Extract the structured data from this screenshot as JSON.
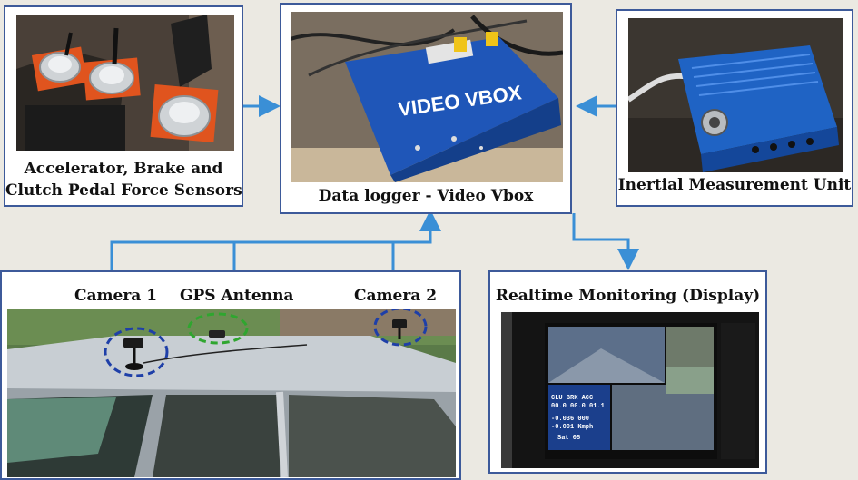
{
  "title": "",
  "panels": {
    "pedal": {
      "label_line1": "Accelerator, Brake and",
      "label_line2": "Clutch Pedal Force Sensors"
    },
    "logger": {
      "label": "Data logger - Video Vbox",
      "device_text": "VIDEO VBOX"
    },
    "imu": {
      "label": "Inertial Measurement Unit"
    },
    "camera": {
      "camera1_label": "Camera 1",
      "gps_label": "GPS Antenna",
      "camera2_label": "Camera 2"
    },
    "monitor": {
      "label": "Realtime Monitoring (Display)",
      "screen_row1": "CLU  BRK  ACC",
      "screen_row2": "00.0 00.0 01.1",
      "screen_row3": "-0.036   000",
      "screen_row4": "-0.001  Kmph",
      "screen_row5": "Sat  05"
    }
  },
  "colors": {
    "arrow": "#3a8fd6",
    "panel_border": "#3d5a9a",
    "camera_circle": "#1e3fa8",
    "gps_circle": "#2fa62f",
    "vbox_blue": "#1f56b8"
  }
}
